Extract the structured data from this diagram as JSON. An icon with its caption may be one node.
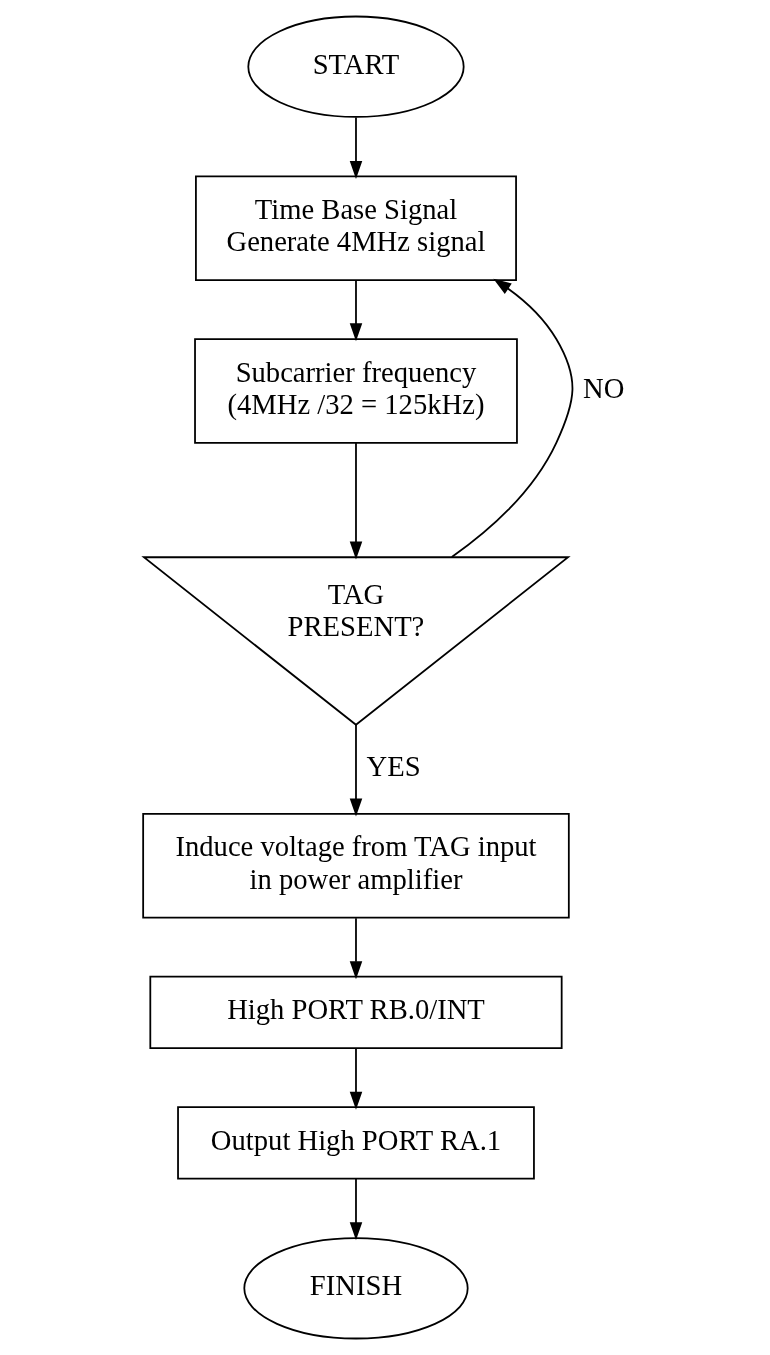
{
  "diagram": {
    "nodes": [
      {
        "text": [
          "START"
        ]
      },
      {
        "text": [
          "Time Base Signal",
          "Generate 4MHz signal"
        ]
      },
      {
        "text": [
          "Subcarrier frequency",
          "(4MHz /32 = 125kHz)"
        ]
      },
      {
        "text": [
          "TAG",
          "PRESENT?"
        ]
      },
      {
        "text": [
          "Induce voltage from TAG input",
          "in power amplifier"
        ]
      },
      {
        "text": [
          "High PORT RB.0/INT"
        ]
      },
      {
        "text": [
          "Output High PORT RA.1"
        ]
      },
      {
        "text": [
          "FINISH"
        ]
      }
    ],
    "edges": [
      {
        "from": 0,
        "to": 1,
        "arrow": "to"
      },
      {
        "from": 1,
        "to": 2,
        "arrow": "to"
      },
      {
        "from": 2,
        "to": 3,
        "arrow": "to"
      },
      {
        "from": 3,
        "to": 1,
        "arrow": "to",
        "label": "NO"
      },
      {
        "from": 3,
        "to": 4,
        "arrow": "to",
        "label": "YES"
      },
      {
        "from": 4,
        "to": 5,
        "arrow": "to"
      },
      {
        "from": 5,
        "to": 6,
        "arrow": "to"
      },
      {
        "from": 6,
        "to": 7,
        "arrow": "to"
      }
    ]
  }
}
